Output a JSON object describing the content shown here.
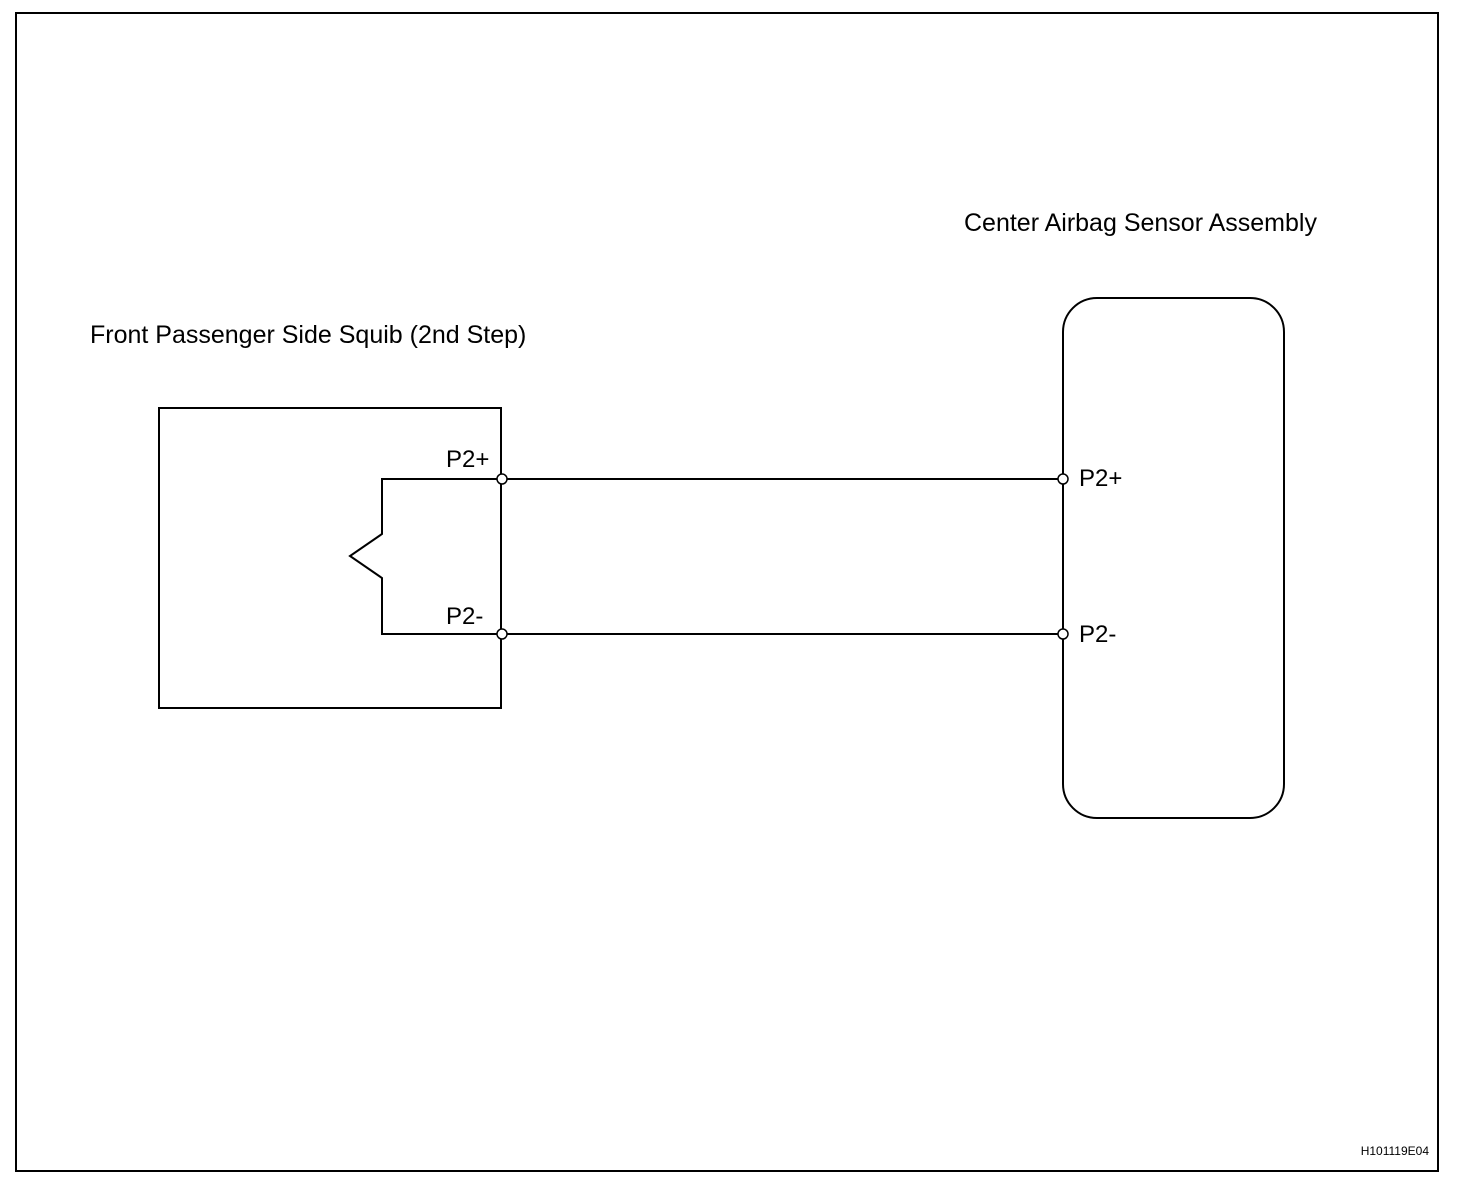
{
  "components": {
    "squib": {
      "title": "Front Passenger Side Squib (2nd Step)",
      "pin_plus": "P2+",
      "pin_minus": "P2-"
    },
    "sensor": {
      "title": "Center Airbag Sensor Assembly",
      "pin_plus": "P2+",
      "pin_minus": "P2-"
    }
  },
  "figure_id": "H101119E04",
  "colors": {
    "line": "#000000",
    "background": "#ffffff"
  }
}
